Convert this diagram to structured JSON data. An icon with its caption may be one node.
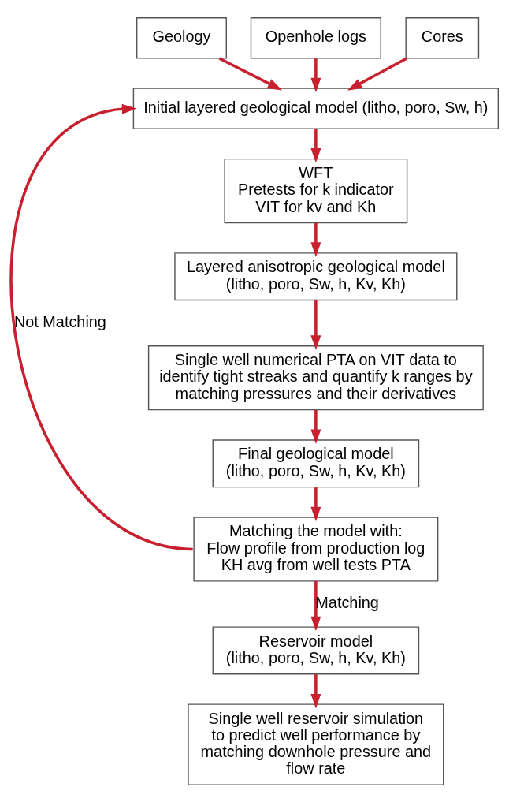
{
  "diagram": {
    "nodes": [
      {
        "text": [
          "Geology"
        ]
      },
      {
        "text": [
          "Openhole logs"
        ]
      },
      {
        "text": [
          "Cores"
        ]
      },
      {
        "text": [
          "Initial layered geological model (litho, poro, Sw, h)"
        ]
      },
      {
        "text": [
          "WFT",
          "Pretests for k indicator",
          "VIT for kv and Kh"
        ]
      },
      {
        "text": [
          "Layered anisotropic geological model",
          "(litho, poro, Sw, h, Kv, Kh)"
        ]
      },
      {
        "text": [
          "Single well numerical PTA on VIT data to identify tight streaks and quantify k ranges by matching pressures and their derivatives"
        ]
      },
      {
        "text": [
          "Final geological model",
          "(litho, poro, Sw, h, Kv, Kh)"
        ]
      },
      {
        "text": [
          "Matching the model with:",
          "Flow profile from production log",
          "KH avg from well tests PTA"
        ]
      },
      {
        "text": [
          "Reservoir model",
          "(litho, poro, Sw, h, Kv, Kh)"
        ]
      },
      {
        "text": [
          "Single well reservoir simulation to predict well performance by matching downhole pressure and flow rate"
        ]
      }
    ],
    "edges": [
      {
        "from": 0,
        "to": 3,
        "arrow": "to"
      },
      {
        "from": 1,
        "to": 3,
        "arrow": "to"
      },
      {
        "from": 2,
        "to": 3,
        "arrow": "to"
      },
      {
        "from": 3,
        "to": 4,
        "arrow": "to"
      },
      {
        "from": 4,
        "to": 5,
        "arrow": "to"
      },
      {
        "from": 5,
        "to": 6,
        "arrow": "to"
      },
      {
        "from": 6,
        "to": 7,
        "arrow": "to"
      },
      {
        "from": 7,
        "to": 8,
        "arrow": "to"
      },
      {
        "from": 8,
        "to": 3,
        "arrow": "to",
        "label": "Not Matching"
      },
      {
        "from": 8,
        "to": 9,
        "arrow": "to",
        "label": "Matching"
      },
      {
        "from": 9,
        "to": 10,
        "arrow": "to"
      }
    ]
  }
}
